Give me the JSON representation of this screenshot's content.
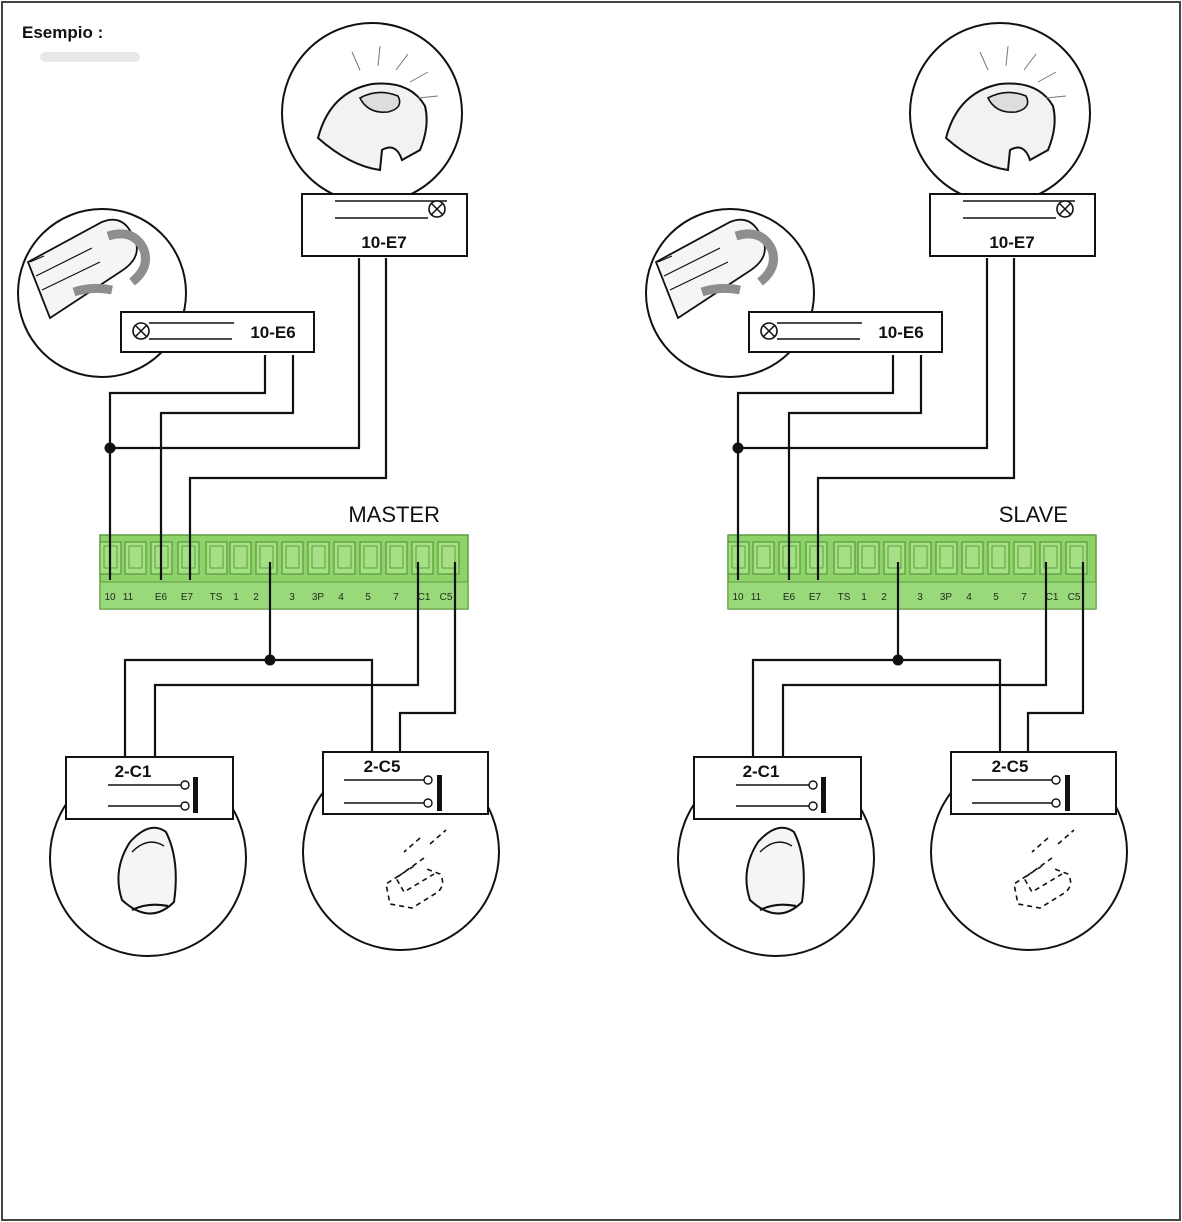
{
  "example_label": "Esempio :",
  "panels": [
    {
      "board_title": "MASTER",
      "terminals": [
        "10",
        "11",
        "E6",
        "E7",
        "TS",
        "1",
        "2",
        "3",
        "3P",
        "4",
        "5",
        "7",
        "C1",
        "C5"
      ],
      "lamp_label": "10-E7",
      "bar_label": "10-E6",
      "key_label": "2-C1",
      "loop_label": "2-C5"
    },
    {
      "board_title": "SLAVE",
      "terminals": [
        "10",
        "11",
        "E6",
        "E7",
        "TS",
        "1",
        "2",
        "3",
        "3P",
        "4",
        "5",
        "7",
        "C1",
        "C5"
      ],
      "lamp_label": "10-E7",
      "bar_label": "10-E6",
      "key_label": "2-C1",
      "loop_label": "2-C5"
    }
  ],
  "colors": {
    "board_fill": "#8ed26a",
    "board_dark": "#5e9e40",
    "wire": "#111111",
    "accent_grey": "#9a9a9a"
  }
}
